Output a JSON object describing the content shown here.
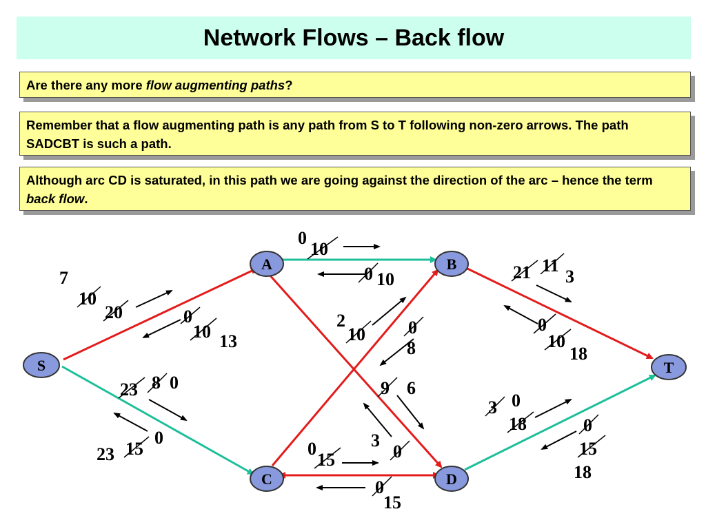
{
  "title": "Network Flows – Back flow",
  "notes": {
    "n1": {
      "pre": "Are there any more ",
      "em": "flow augmenting paths",
      "post": "?"
    },
    "n2": {
      "text": "Remember that a flow augmenting path is any path from S to T following non-zero arrows. The path SADCBT is such a path."
    },
    "n3": {
      "pre": "Although arc CD is saturated, in this path we are going against the direction of the arc – hence the term ",
      "em": "back flow",
      "post": "."
    }
  },
  "colors": {
    "saturated": "#e41b1b",
    "unsaturated": "#1dbf9a",
    "node": "#8899dd"
  },
  "nodes": [
    "S",
    "A",
    "B",
    "C",
    "D",
    "T"
  ],
  "labels": {
    "sa_7": "7",
    "sa_10": "10",
    "sa_20": "20",
    "as_0": "0",
    "as_10": "10",
    "as_13": "13",
    "sc_23": "23",
    "sc_8": "8",
    "sc_0": "0",
    "cs_23": "23",
    "cs_15": "15",
    "cs_0": "0",
    "ab_0": "0",
    "ab_10": "10",
    "ba_0": "0",
    "ba_10": "10",
    "cb_2": "2",
    "cb_10": "10",
    "bc_0": "0",
    "bc_8": "8",
    "ad_9": "9",
    "ad_6": "6",
    "da_3": "3",
    "da_0": "0",
    "cd_0": "0",
    "cd_15": "15",
    "dc_0": "0",
    "dc_15": "15",
    "bt_21": "21",
    "bt_11": "11",
    "bt_3": "3",
    "tb_0": "0",
    "tb_10": "10",
    "tb_18": "18",
    "dt_3": "3",
    "dt_0": "0",
    "dt_18": "18",
    "td_0": "0",
    "td_15": "15",
    "td_18": "18"
  }
}
